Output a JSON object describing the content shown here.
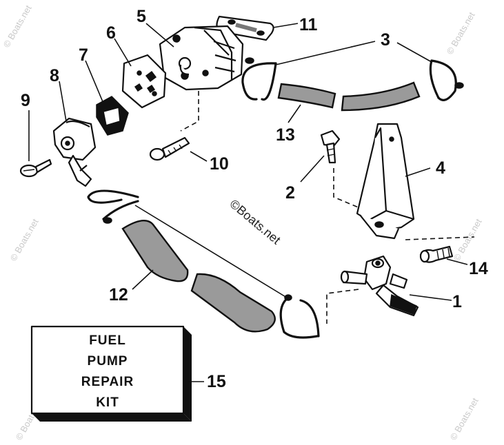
{
  "diagram": {
    "parts": [
      {
        "callout": "1"
      },
      {
        "callout": "2"
      },
      {
        "callout": "3"
      },
      {
        "callout": "4"
      },
      {
        "callout": "5"
      },
      {
        "callout": "6"
      },
      {
        "callout": "7"
      },
      {
        "callout": "8"
      },
      {
        "callout": "9"
      },
      {
        "callout": "10"
      },
      {
        "callout": "11"
      },
      {
        "callout": "12"
      },
      {
        "callout": "13"
      },
      {
        "callout": "14"
      },
      {
        "callout": "15"
      }
    ],
    "kit_label": {
      "line1": "FUEL",
      "line2": "PUMP",
      "line3": "REPAIR",
      "line4": "KIT"
    },
    "watermark": {
      "edge_text": "© Boats.net",
      "center_text": "©Boats.net"
    }
  }
}
